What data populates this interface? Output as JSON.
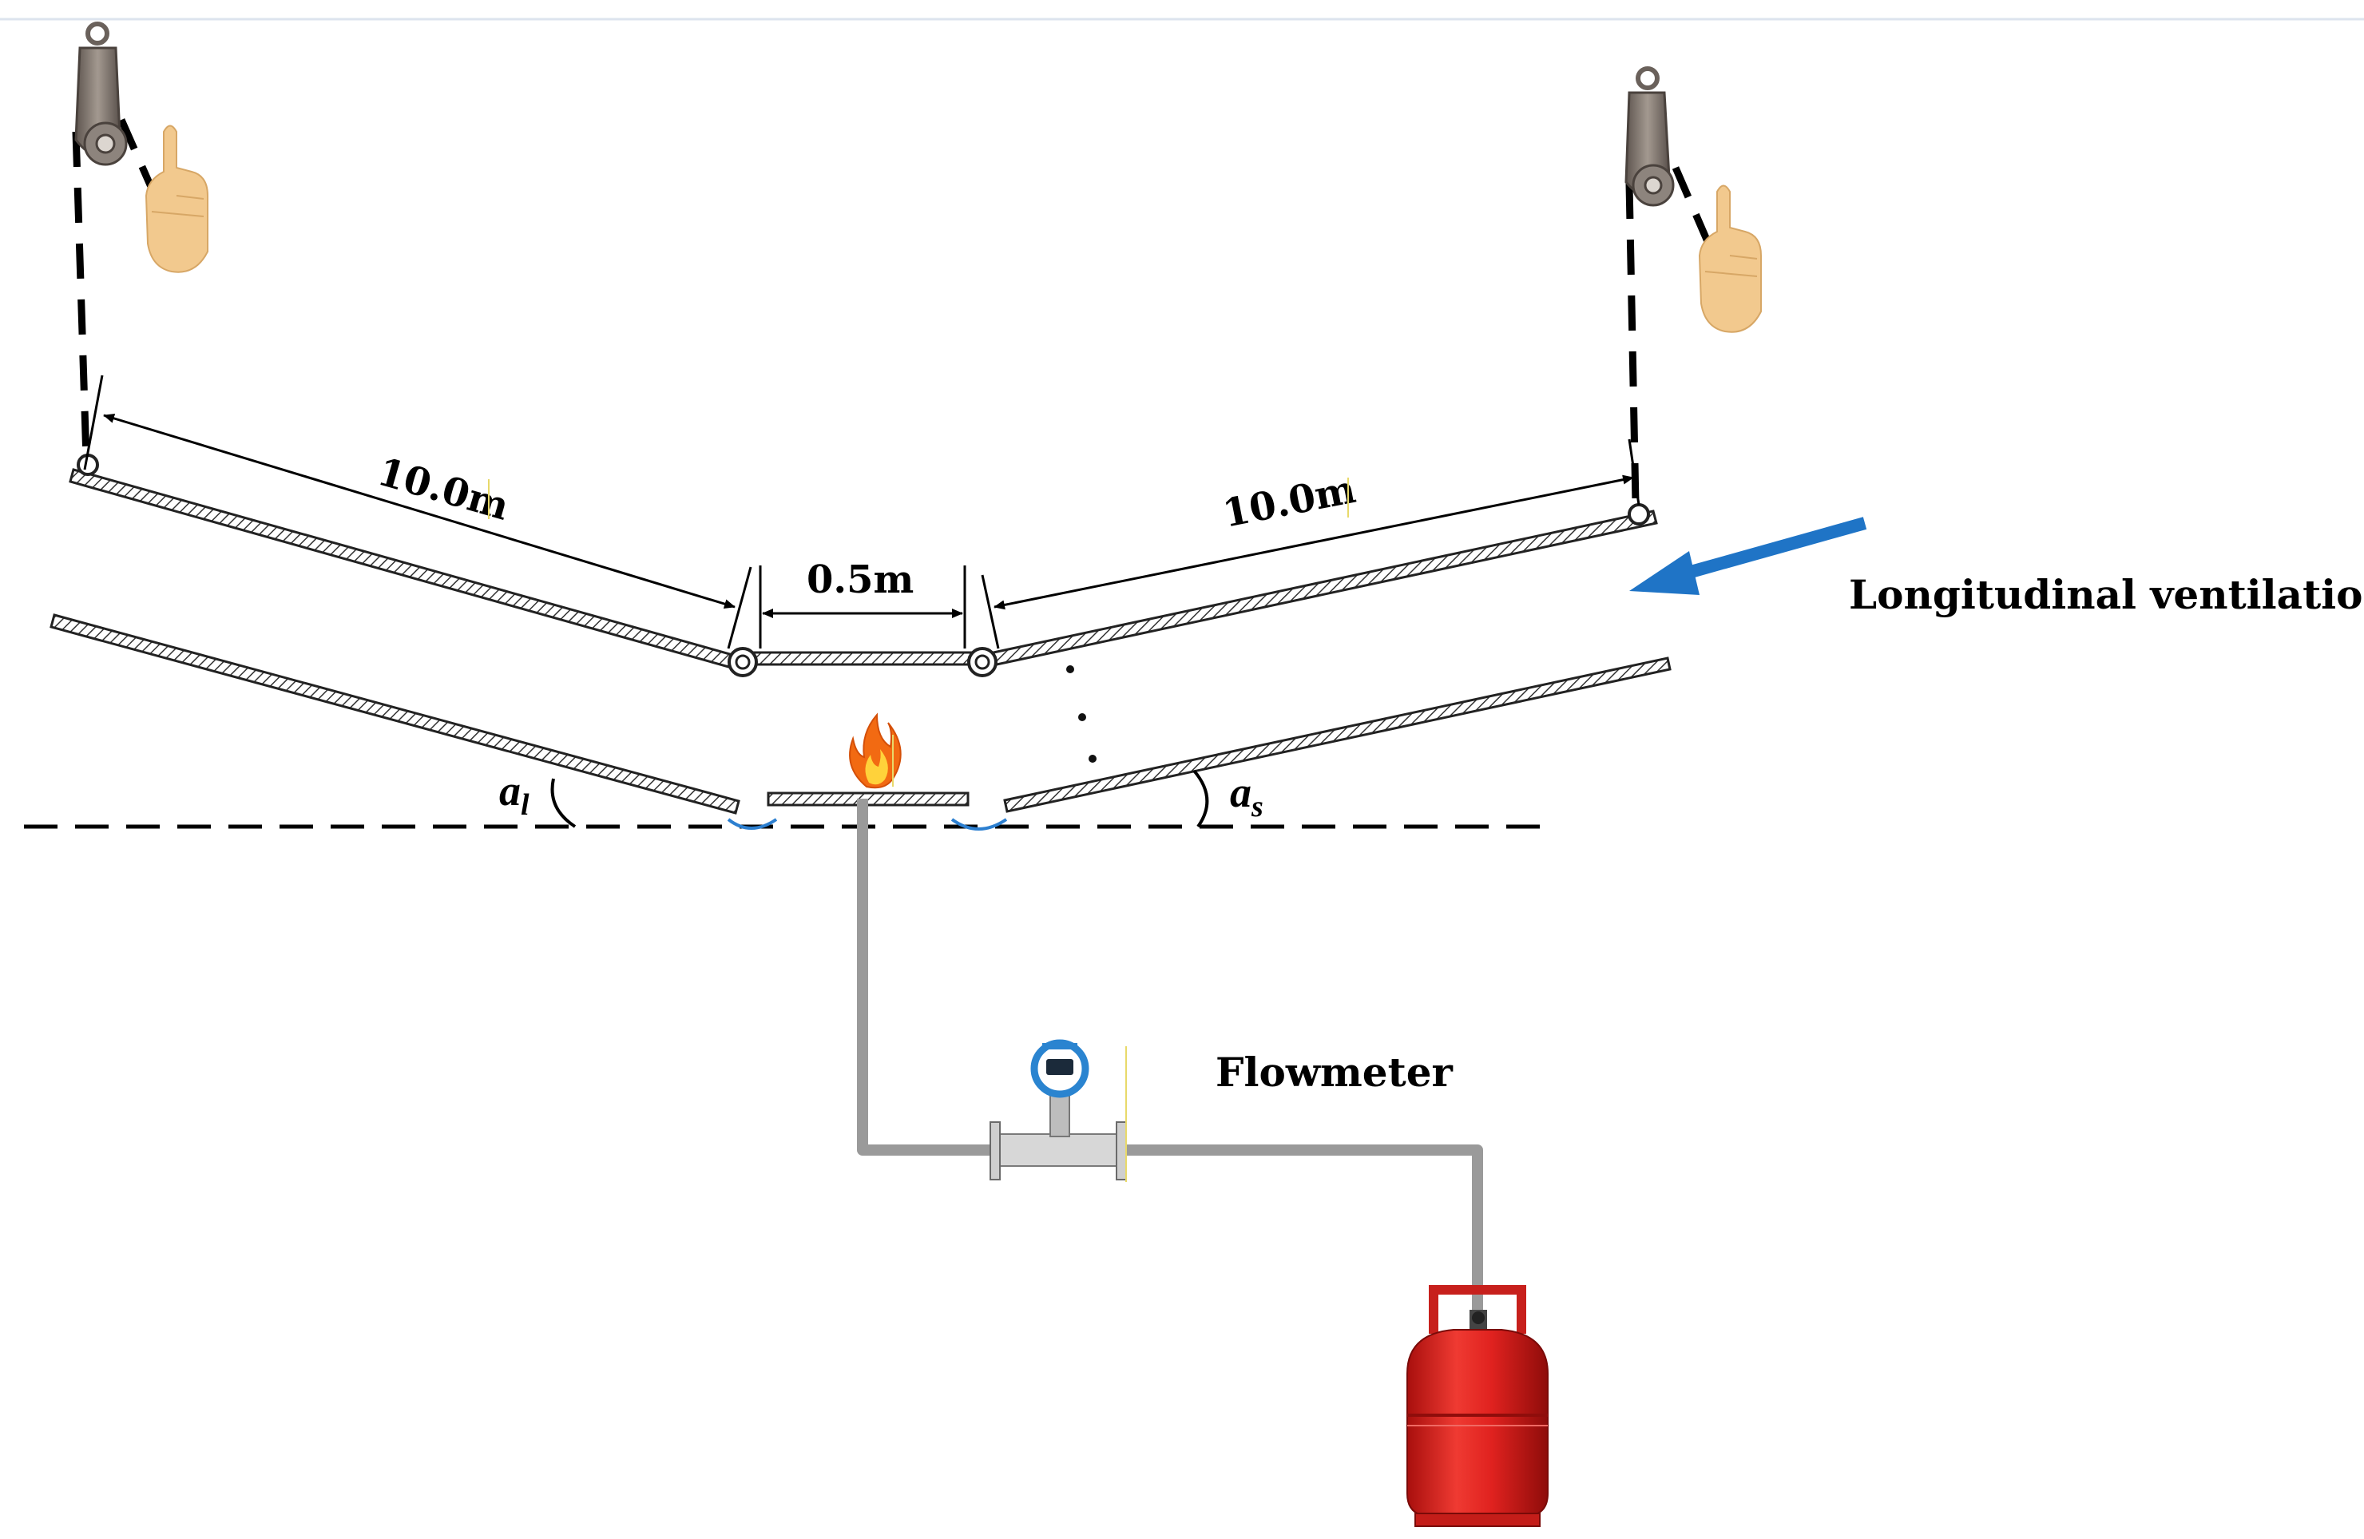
{
  "labels": {
    "left_length": "10.0m",
    "right_length": "10.0m",
    "middle_length": "0.5m",
    "ventilation": "Longitudinal ventilation",
    "flowmeter": "Flowmeter",
    "angle_left_base": "a",
    "angle_left_sub": "l",
    "angle_right_base": "a",
    "angle_right_sub": "s"
  },
  "icons": {
    "pulley": "pulley-icon",
    "hand": "pointing-hand-icon",
    "fire": "fire-icon",
    "flowmeter": "flowmeter-icon",
    "gas_cylinder": "gas-cylinder-icon",
    "ventilation_arrow": "arrow-icon"
  },
  "colors": {
    "ventilation_arrow": "#1f74c6",
    "gas_cylinder": "#e0221f",
    "pipe": "#9a9a9a",
    "flame": "#f26a12",
    "hand": "#f2c98e",
    "hinge_seal": "#2c7fd0"
  }
}
